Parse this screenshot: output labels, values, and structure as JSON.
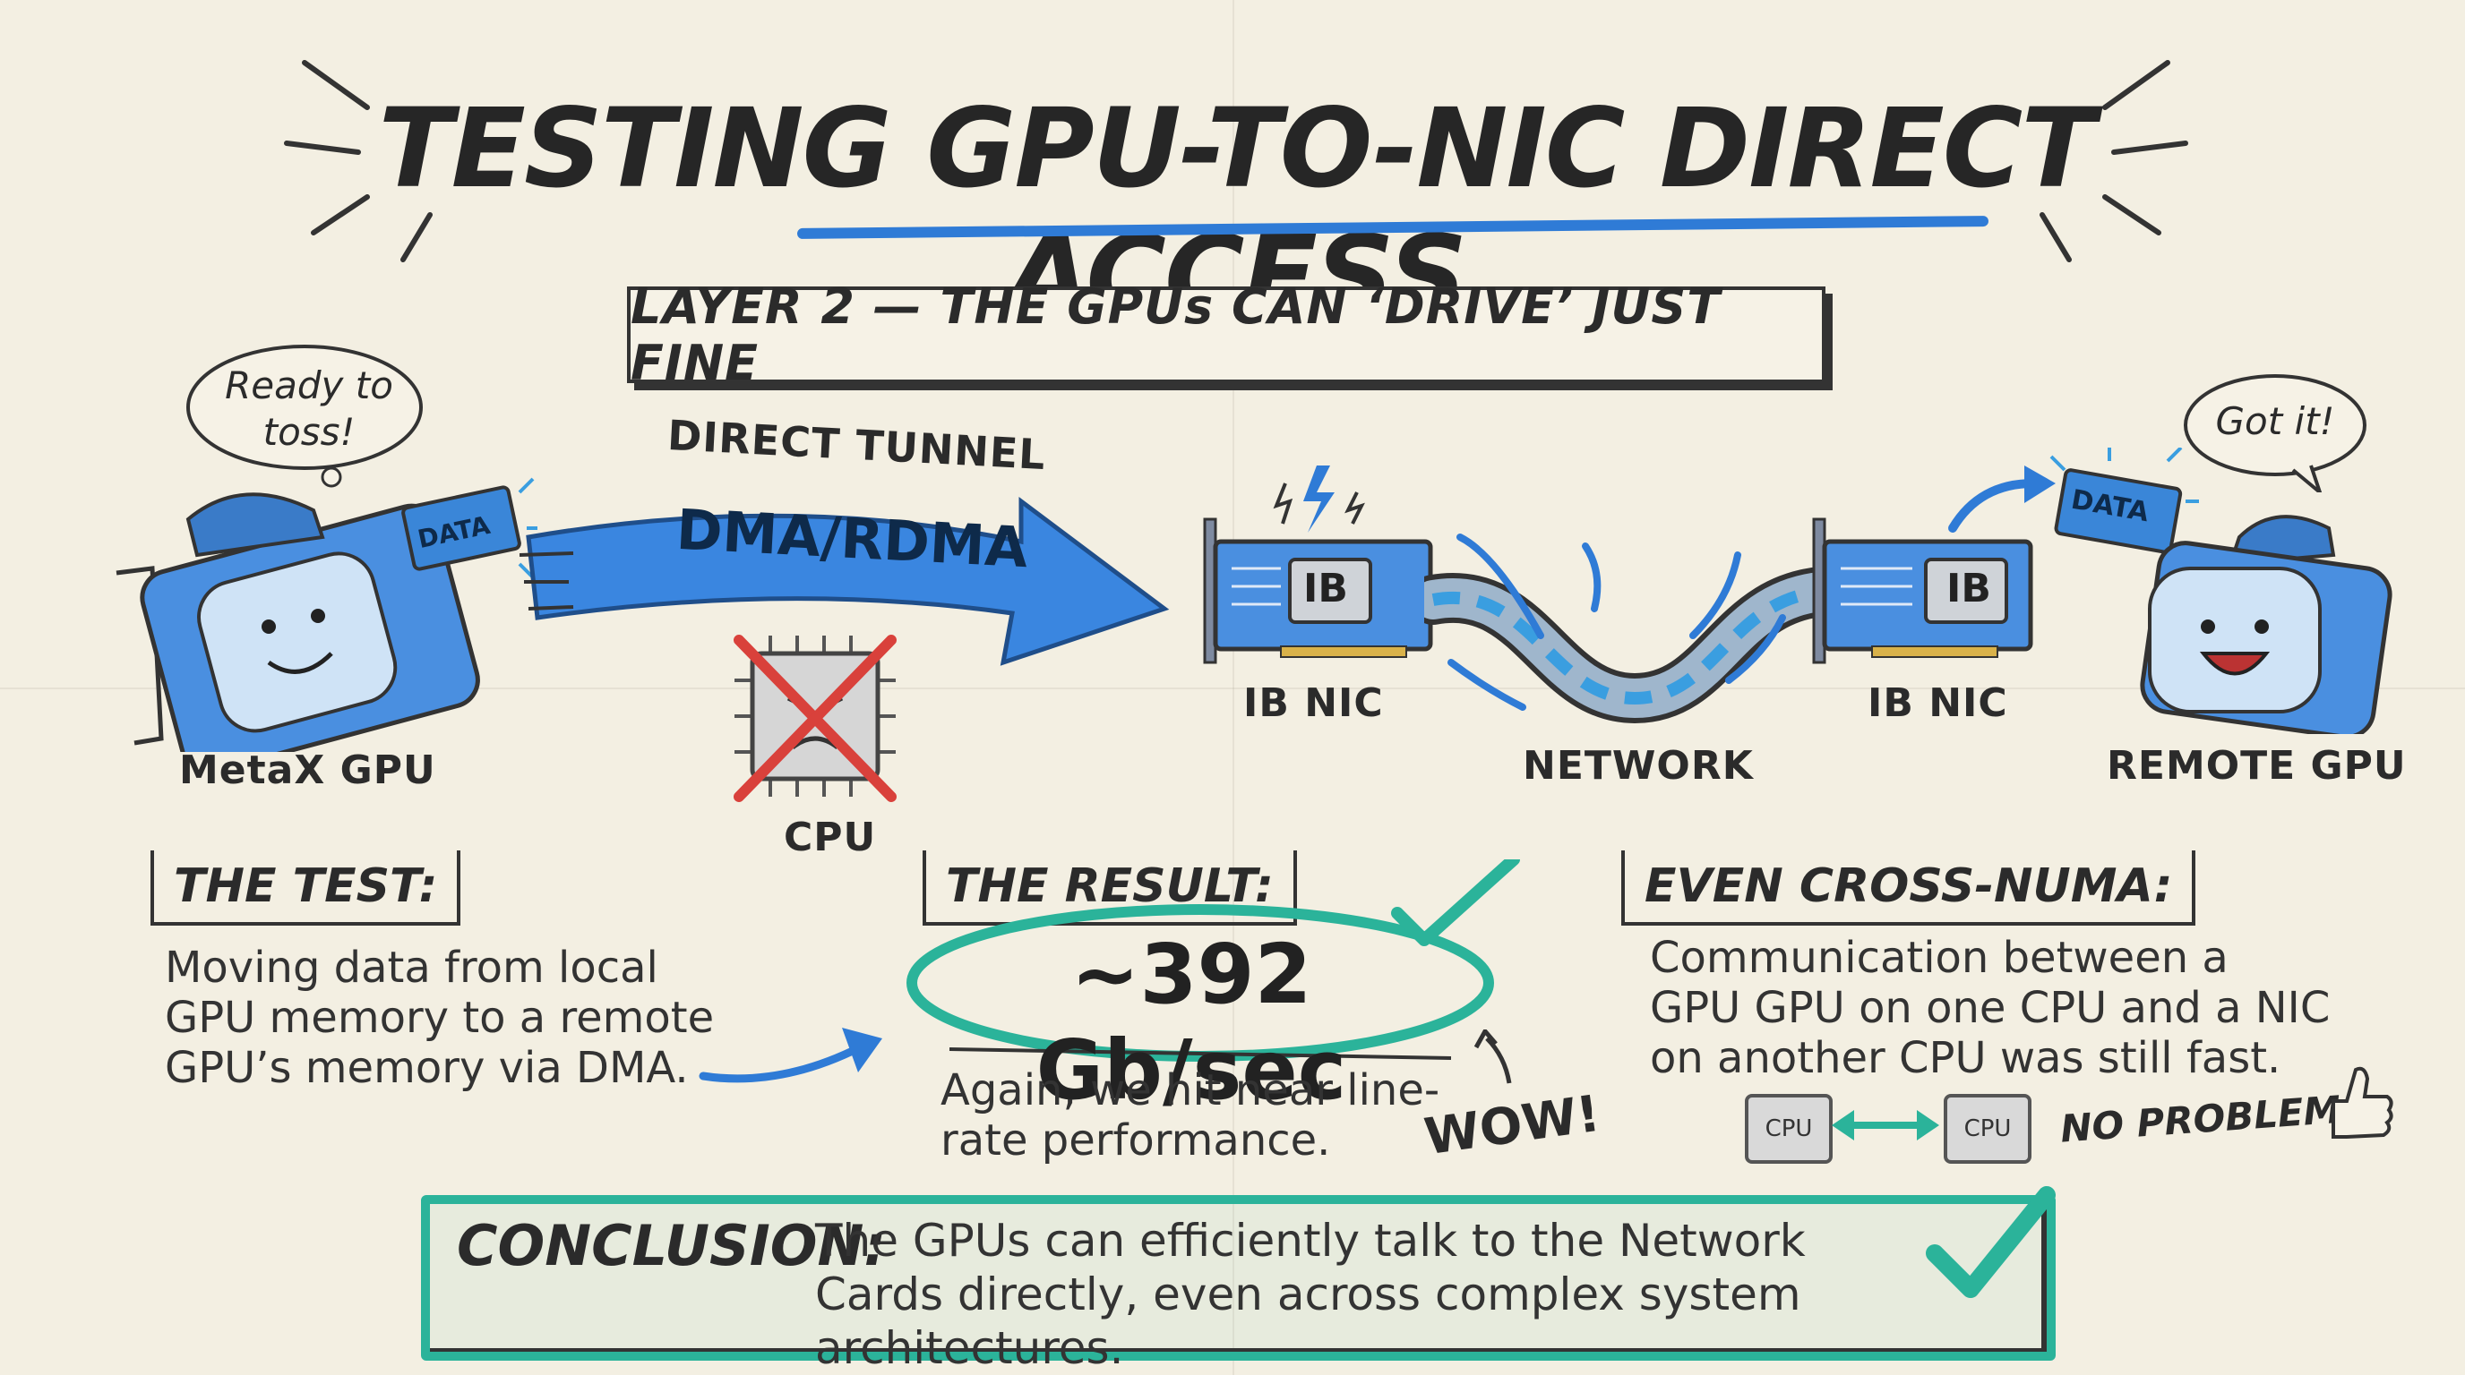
{
  "title": "TESTING GPU-TO-NIC DIRECT ACCESS",
  "subtitle": "LAYER 2 — THE GPUs CAN ‘DRIVE’ JUST FINE",
  "left_gpu": {
    "bubble": "Ready to toss!",
    "card": "DATA",
    "label": "MetaX GPU"
  },
  "tunnel": {
    "label": "DIRECT TUNNEL",
    "arrow_text": "DMA/RDMA"
  },
  "cpu": {
    "label": "CPU"
  },
  "nic_left": {
    "chip": "IB",
    "label": "IB NIC"
  },
  "network": {
    "label": "NETWORK"
  },
  "nic_right": {
    "chip": "IB",
    "label": "IB NIC"
  },
  "right_gpu": {
    "bubble": "Got it!",
    "card": "DATA",
    "label": "REMOTE GPU"
  },
  "test": {
    "heading": "THE TEST:",
    "text": "Moving data from local GPU memory to a remote GPU’s memory via DMA."
  },
  "result": {
    "heading": "THE RESULT:",
    "value": "~392 Gb/sec",
    "text": "Again, we hit near line-rate performance.",
    "exclaim": "WOW!"
  },
  "numa": {
    "heading": "EVEN CROSS-NUMA:",
    "text": "Communication between a GPU GPU on one CPU and a NIC on another CPU was still fast.",
    "chip_left": "CPU",
    "chip_right": "CPU",
    "note": "NO PROBLEM!"
  },
  "conclusion": {
    "label": "CONCLUSION:",
    "text": "The GPUs can efficiently talk to the Network Cards directly, even across complex system architectures."
  },
  "colors": {
    "blue": "#2f7bd6",
    "teal": "#2bb39a",
    "red": "#d9413b",
    "ink": "#2b2b2b",
    "paper": "#f3efe2"
  }
}
